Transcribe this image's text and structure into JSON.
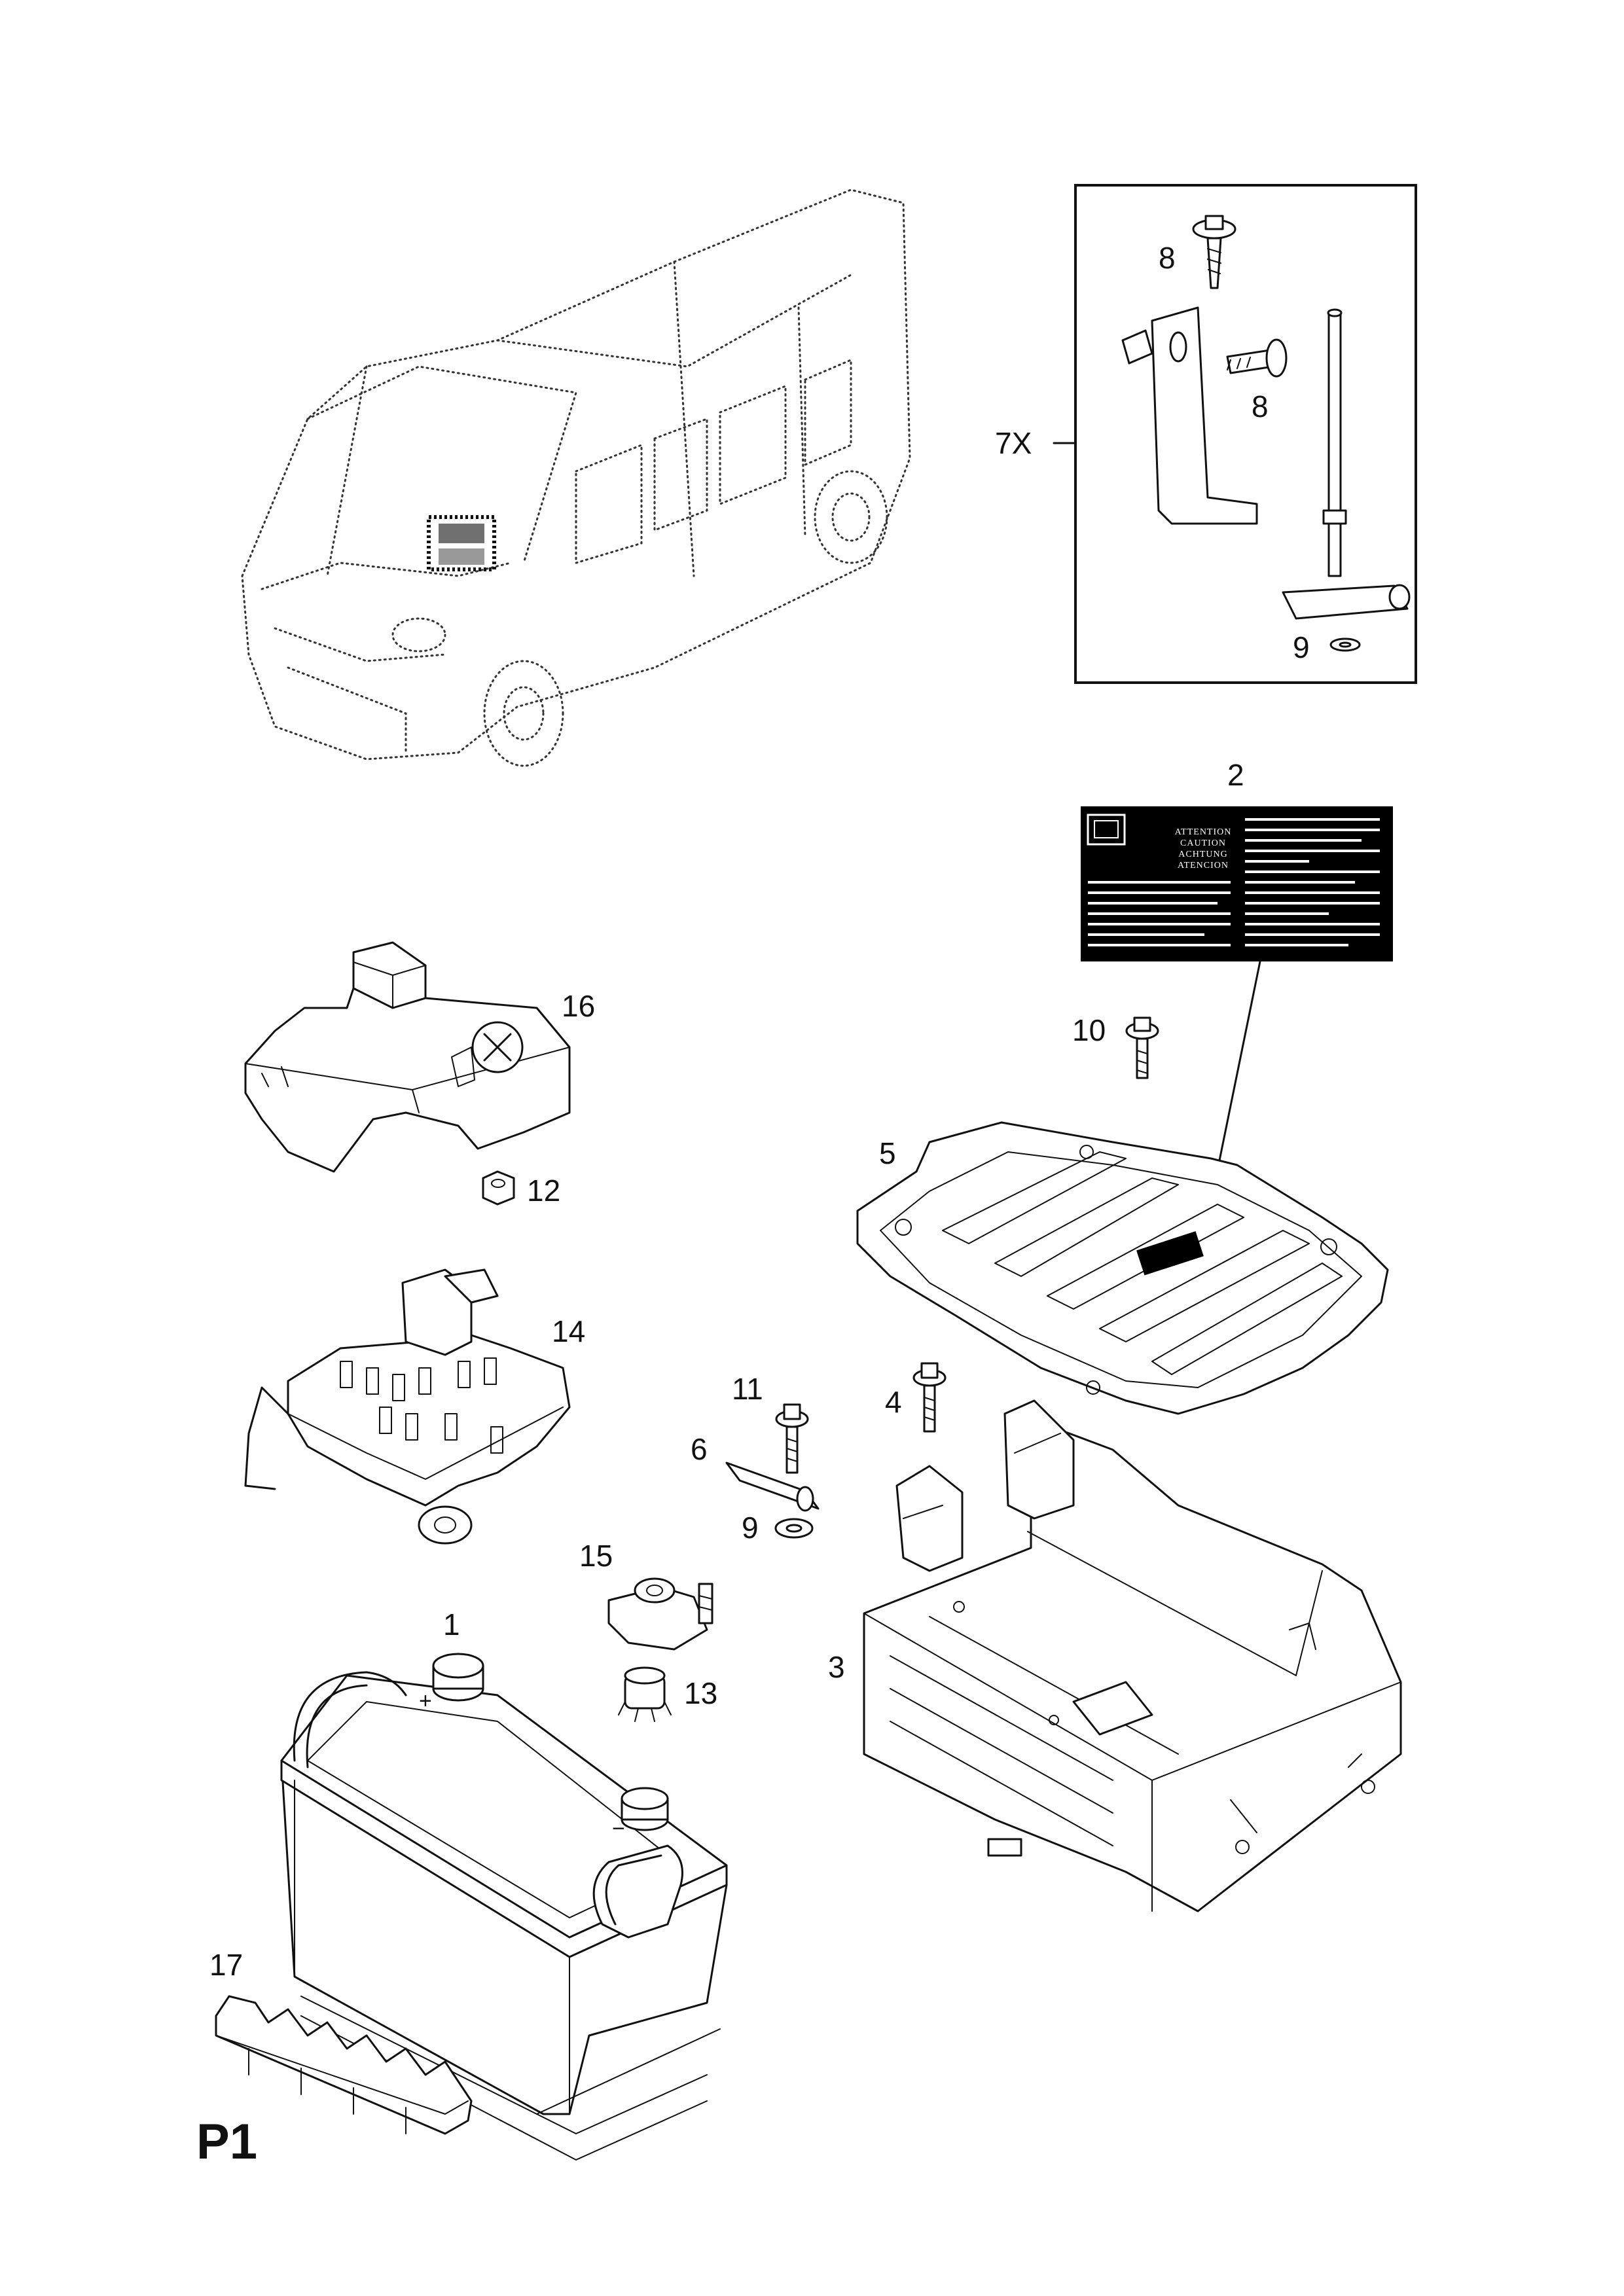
{
  "page_code": "P1",
  "inset_label": "7X",
  "callouts": {
    "n1": "1",
    "n2": "2",
    "n3": "3",
    "n4": "4",
    "n5": "5",
    "n6": "6",
    "n8a": "8",
    "n8b": "8",
    "n9a": "9",
    "n9b": "9",
    "n10": "10",
    "n11": "11",
    "n12": "12",
    "n13": "13",
    "n14": "14",
    "n15": "15",
    "n16": "16",
    "n17": "17"
  },
  "warning_label": {
    "line1": "ATTENTION",
    "line2": "CAUTION",
    "line3": "ACHTUNG",
    "line4": "ATENCION"
  },
  "battery_terminal": {
    "plus": "+",
    "minus": "−"
  }
}
